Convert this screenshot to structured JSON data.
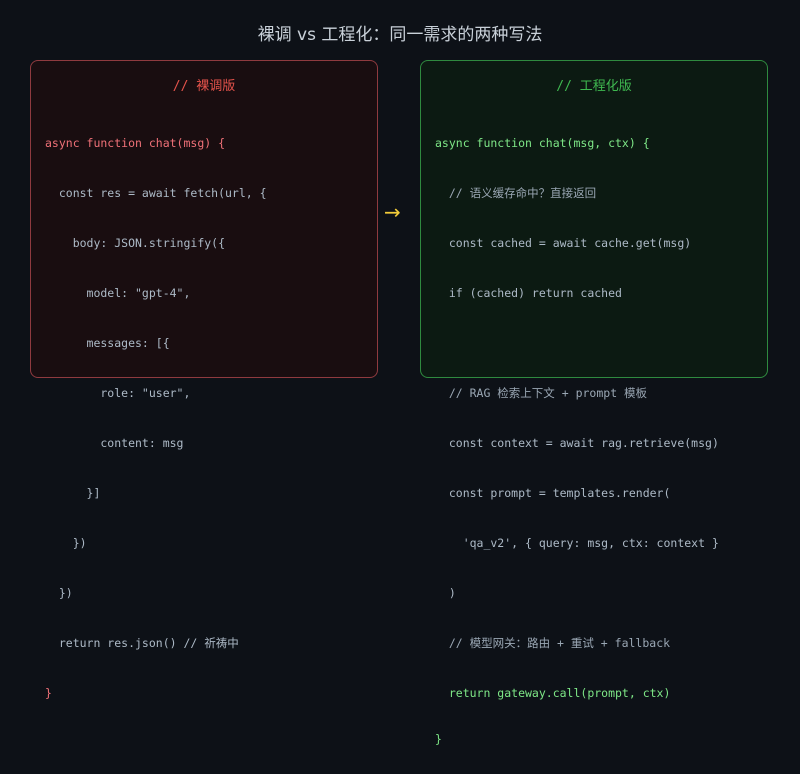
{
  "title": "裸调 vs 工程化：同一需求的两种写法",
  "arrow_icon": "→",
  "panels": {
    "raw": {
      "title": "// 裸调版",
      "border_color": "#8f3a3f",
      "lines": [
        "async function chat(msg) {",
        "  const res = await fetch(url, {",
        "    body: JSON.stringify({",
        "      model: \"gpt-4\",",
        "      messages: [{",
        "        role: \"user\",",
        "        content: msg",
        "      }]",
        "    })",
        "  })",
        "  return res.json() // 祈祷中",
        "}"
      ]
    },
    "engineered": {
      "title": "// 工程化版",
      "border_color": "#2f8a3f",
      "lines": [
        "async function chat(msg, ctx) {",
        "  // 语义缓存命中？直接返回",
        "  const cached = await cache.get(msg)",
        "  if (cached) return cached",
        "",
        "  // RAG 检索上下文 + prompt 模板",
        "  const context = await rag.retrieve(msg)",
        "  const prompt = templates.render(",
        "    'qa_v2', { query: msg, ctx: context }",
        "  )",
        "  // 模型网关：路由 + 重试 + fallback",
        "  return gateway.call(prompt, ctx)",
        "}"
      ]
    }
  }
}
